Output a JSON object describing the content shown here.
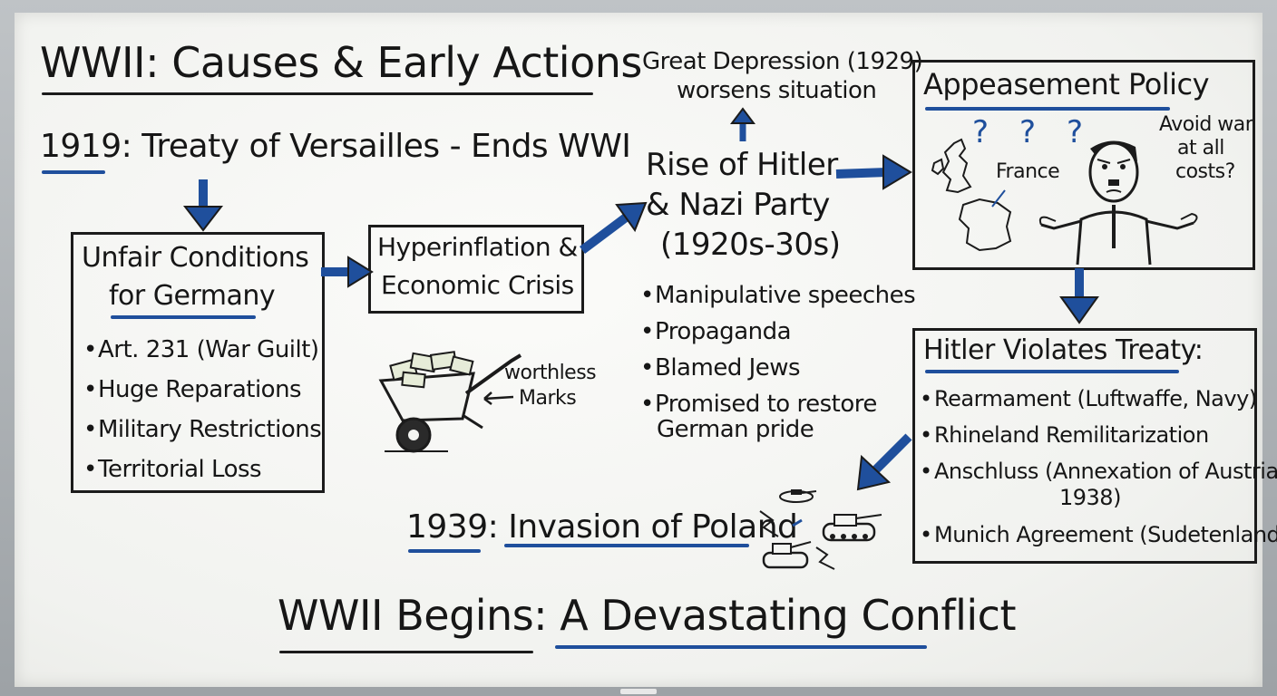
{
  "title": "WWII: Causes & Early Actions",
  "treaty": {
    "year": "1919",
    "text": ": Treaty of Versailles - Ends WWI"
  },
  "unfair": {
    "heading_line1": "Unfair Conditions",
    "heading_line2": "for Germany",
    "items": [
      "Art. 231 (War Guilt)",
      "Huge Reparations",
      "Military Restrictions",
      "Territorial Loss"
    ]
  },
  "hyperinflation": {
    "line1": "Hyperinflation &",
    "line2": "Economic Crisis"
  },
  "wheelbarrow": {
    "label_line1": "worthless",
    "label_line2": "Marks"
  },
  "depression": {
    "line1": "Great Depression (1929)",
    "line2": "worsens situation"
  },
  "hitler_rise": {
    "line1": "Rise of Hitler",
    "line2": "& Nazi Party",
    "line3": "(1920s-30s)",
    "items": [
      "Manipulative speeches",
      "Propaganda",
      "Blamed Jews",
      "Promised to restore",
      "German pride"
    ]
  },
  "appeasement": {
    "title": "Appeasement Policy",
    "marks": [
      "?",
      "?",
      "?"
    ],
    "france_label": "France",
    "quote_line1": "Avoid war",
    "quote_line2": "at all",
    "quote_line3": "costs?"
  },
  "violations": {
    "title": "Hitler Violates Treaty:",
    "items": [
      "Rearmament (Luftwaffe, Navy)",
      "Rhineland Remilitarization",
      "Anschluss (Annexation of Austria,",
      "1938)",
      "Munich Agreement (Sudetenland)"
    ]
  },
  "poland": {
    "year": "1939",
    "text": ": Invasion of Poland"
  },
  "conclusion": "WWII Begins: A Devastating Conflict",
  "colors": {
    "ink": "#1b1b1b",
    "marker_blue": "#1f4f9c",
    "board": "#f4f5f2"
  }
}
